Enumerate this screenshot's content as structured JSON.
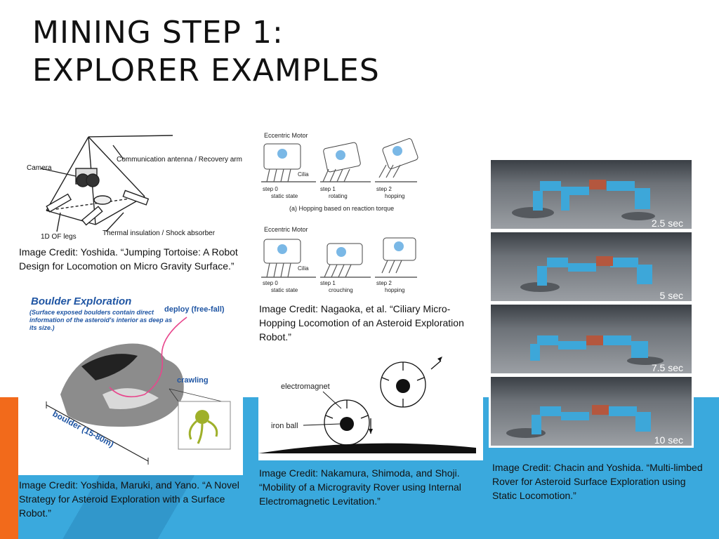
{
  "slide": {
    "title_line1": "MINING STEP 1:",
    "title_line2": "EXPLORER EXAMPLES"
  },
  "figure1": {
    "labels": {
      "camera": "Camera",
      "antenna": "Communication antenna / Recovery arm",
      "legs": "1D OF legs",
      "thermal": "Thermal insulation / Shock absorber"
    },
    "caption": "Image Credit: Yoshida. “Jumping Tortoise: A Robot Design for Locomotion on Micro Gravity Surface.”"
  },
  "figure2": {
    "top": {
      "motor_label": "Eccentric Motor",
      "cilia_label": "Cilia",
      "steps": [
        {
          "step": "step 0",
          "name": "static state"
        },
        {
          "step": "step 1",
          "name": "rotating"
        },
        {
          "step": "step 2",
          "name": "hopping"
        }
      ],
      "subcaption": "(a)   Hopping based on reaction torque"
    },
    "bottom": {
      "motor_label": "Eccentric Motor",
      "cilia_label": "Cilia",
      "steps": [
        {
          "step": "step 0",
          "name": "static state"
        },
        {
          "step": "step 1",
          "name": "crouching"
        },
        {
          "step": "step 2",
          "name": "hopping"
        }
      ]
    },
    "caption": "Image Credit: Nagaoka, et al. “Ciliary Micro-Hopping Locomotion of an Asteroid Exploration Robot.”"
  },
  "figure3": {
    "heading": "Boulder Exploration",
    "subheading": "(Surface exposed boulders contain direct information of the asteroid's interior as deep as its size.)",
    "deploy_label": "deploy (free-fall)",
    "crawling_label": "crawling",
    "boulder_label": "boulder (15-80m)",
    "caption": "Image Credit: Yoshida, Maruki, and Yano. “A Novel Strategy for Asteroid Exploration with a Surface Robot.”"
  },
  "figure4": {
    "electromagnet_label": "electromagnet",
    "ironball_label": "iron ball",
    "caption": "Image Credit: Nakamura, Shimoda, and Shoji. “Mobility of a Microgravity Rover using Internal Electromagnetic Levitation.”"
  },
  "figure5": {
    "frames": [
      "2.5 sec",
      "5 sec",
      "7.5 sec",
      "10 sec"
    ],
    "caption": "Image Credit: Chacin and Yoshida. “Multi-limbed Rover for Asteroid Surface Exploration using Static Locomotion.”"
  },
  "colors": {
    "accent_orange": "#f26a1b",
    "accent_blue": "#3aa9dd",
    "rover_blue": "#3da7d9"
  }
}
